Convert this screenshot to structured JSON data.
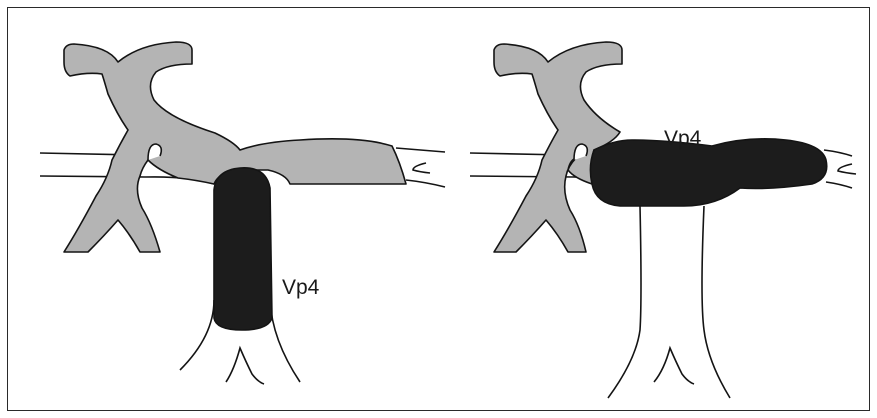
{
  "figure": {
    "panels": [
      {
        "id": "left",
        "segment_label": "Vp4"
      },
      {
        "id": "right",
        "segment_label": "Vp4"
      }
    ],
    "colors": {
      "vessel_fill": "#b4b4b4",
      "highlight_fill": "#1c1c1c",
      "outline": "#141414",
      "background": "#ffffff"
    }
  }
}
